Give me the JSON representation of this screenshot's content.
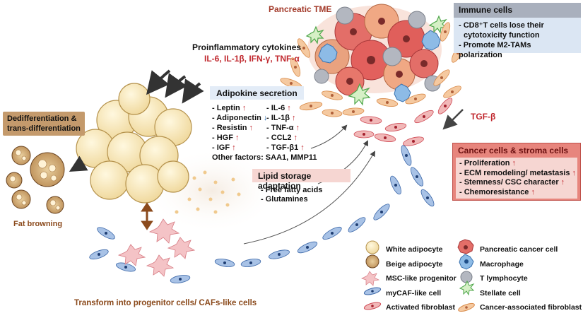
{
  "tme": {
    "title": "Pancreatic TME"
  },
  "cytokines": {
    "title": "Proinflammatory cytokines",
    "list": "IL-6, IL-1β, IFN-γ, TNF-α"
  },
  "immune": {
    "title": "Immune cells",
    "items": [
      "- CD8⁺T cells lose their",
      "  cytotoxicity function",
      "- Promote M2-TAMs polarization"
    ]
  },
  "adipokine": {
    "title": "Adipokine secretion",
    "left": [
      {
        "name": "- Leptin",
        "dir": "↑"
      },
      {
        "name": "- Adiponectin",
        "dir": "↓"
      },
      {
        "name": "- Resistin",
        "dir": "↑"
      },
      {
        "name": "- HGF",
        "dir": "↑"
      },
      {
        "name": "- IGF",
        "dir": "↑"
      }
    ],
    "right": [
      {
        "name": "- IL-6",
        "dir": "↑"
      },
      {
        "name": "- IL-1β",
        "dir": "↑"
      },
      {
        "name": "- TNF-α",
        "dir": "↑"
      },
      {
        "name": "- CCL2",
        "dir": "↑"
      },
      {
        "name": "- TGF-β1",
        "dir": "↑"
      }
    ],
    "other": "Other factors: SAA1, MMP11"
  },
  "tgf": {
    "label": "TGF-β"
  },
  "dediff": {
    "title": "Dedifferentiation &\ntrans-differentiation"
  },
  "browning": {
    "label": "Fat browning"
  },
  "cancer": {
    "title": "Cancer cells & stroma cells",
    "items": [
      {
        "name": "- Proliferation",
        "dir": "↑"
      },
      {
        "name": "- ECM remodeling/ metastasis",
        "dir": "↑"
      },
      {
        "name": "- Stemness/ CSC character",
        "dir": "↑"
      },
      {
        "name": "- Chemoresistance",
        "dir": "↑"
      }
    ]
  },
  "lipid": {
    "title": "Lipid storage adaptation",
    "items": [
      "- Free fatty acids",
      "- Glutamines"
    ]
  },
  "progenitor": {
    "label": "Transform into progenitor cells/ CAFs-like cells"
  },
  "legend": {
    "left": [
      "White adipocyte",
      "Beige adipocyte",
      "MSC-like progenitor",
      "myCAF-like cell",
      "Activated fibroblast"
    ],
    "right": [
      "Pancreatic cancer cell",
      "Macrophage",
      "T lymphocyte",
      "Stellate cell",
      "Cancer-associated fibroblast"
    ]
  },
  "colors": {
    "brown": "#8b4a1c",
    "red": "#c0272d",
    "blue_box": "#dbe6f3",
    "gray_box": "#a9b0bd",
    "red_box": "#e7857d",
    "pink_box": "#f6d6d2",
    "tan_box": "#c49a6c"
  }
}
